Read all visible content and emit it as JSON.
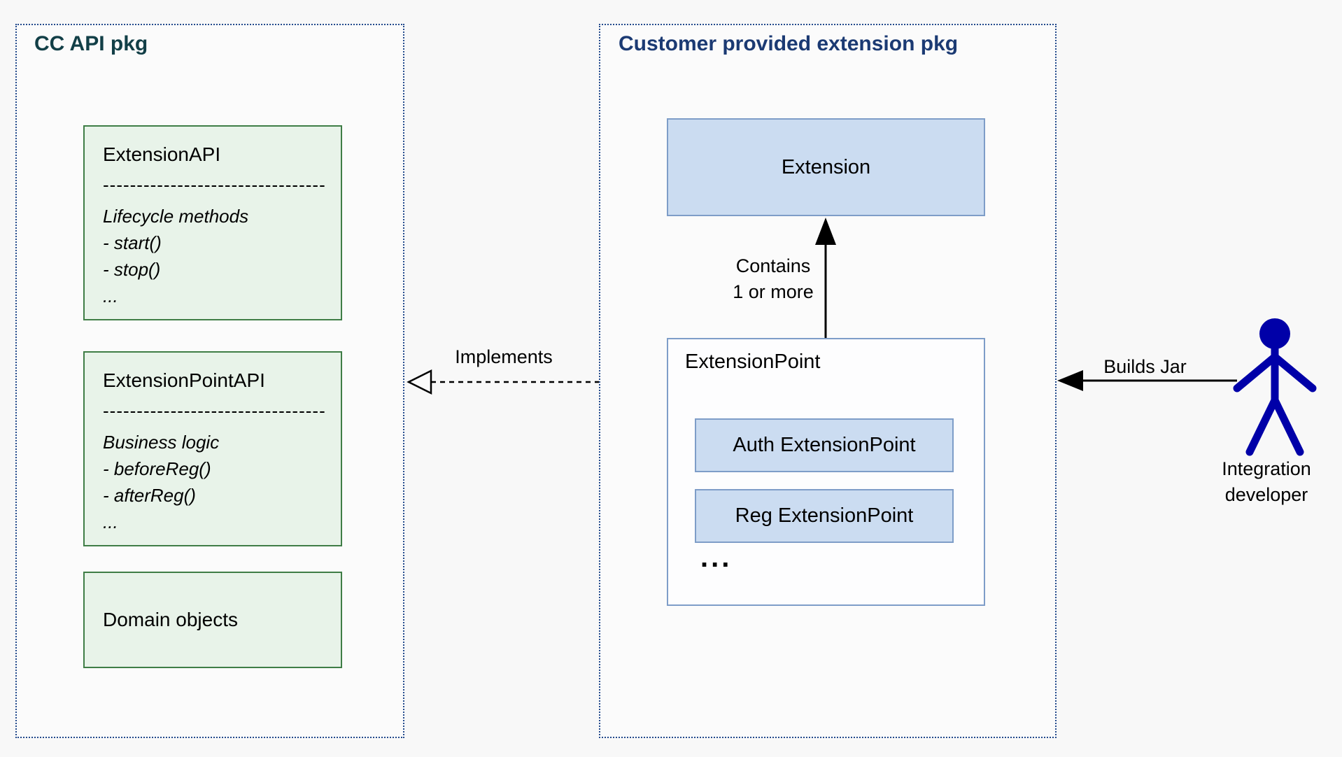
{
  "cc_pkg": {
    "title": "CC API pkg",
    "classes": [
      {
        "name": "ExtensionAPI",
        "separator": "---------------------------------",
        "lines": [
          "Lifecycle methods",
          "- start()",
          "- stop()",
          "..."
        ]
      },
      {
        "name": "ExtensionPointAPI",
        "separator": "---------------------------------",
        "lines": [
          "Business logic",
          "- beforeReg()",
          "- afterReg()",
          "..."
        ]
      },
      {
        "name": "Domain objects"
      }
    ]
  },
  "customer_pkg": {
    "title": "Customer provided extension pkg",
    "extension": "Extension",
    "contains": {
      "line1": "Contains",
      "line2": "1 or more"
    },
    "extension_point": {
      "title": "ExtensionPoint",
      "items": [
        "Auth ExtensionPoint",
        "Reg ExtensionPoint"
      ],
      "more": "..."
    }
  },
  "relations": {
    "implements": "Implements",
    "builds_jar": "Builds Jar"
  },
  "actor": {
    "line1": "Integration",
    "line2": "developer"
  },
  "colors": {
    "page_background": "#f8f8f8",
    "package_border": "#234a8c",
    "cc_title": "#123f47",
    "customer_title": "#1b3a73",
    "green_fill": "#e8f3e9",
    "green_border": "#3f7d46",
    "blue_fill": "#cbdcf1",
    "blue_border": "#7e9dc8",
    "actor_figure": "#0000a8",
    "connector": "#000000"
  }
}
